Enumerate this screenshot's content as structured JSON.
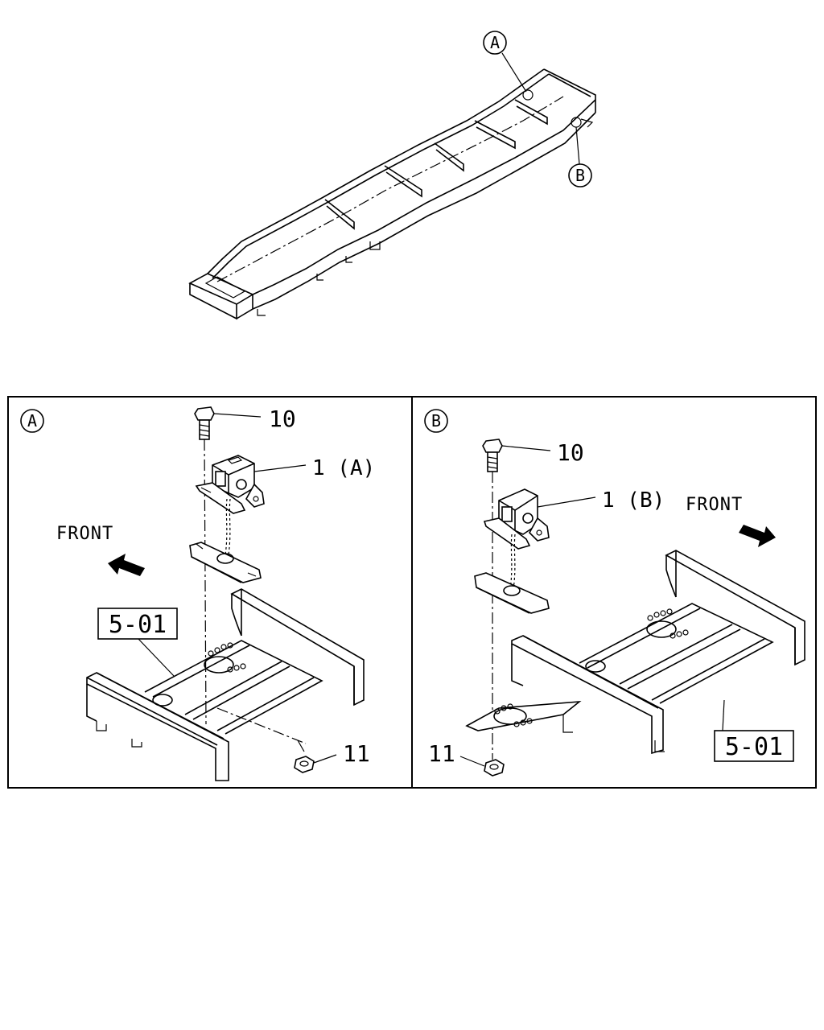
{
  "overview": {
    "marker_a": "A",
    "marker_b": "B"
  },
  "panel_a": {
    "marker": "A",
    "bolt_number": "10",
    "bracket_ref": "1 (A)",
    "front_label": "FRONT",
    "section_ref": "5-01",
    "nut_number": "11"
  },
  "panel_b": {
    "marker": "B",
    "bolt_number": "10",
    "bracket_ref": "1 (B)",
    "front_label": "FRONT",
    "section_ref": "5-01",
    "nut_number": "11"
  }
}
